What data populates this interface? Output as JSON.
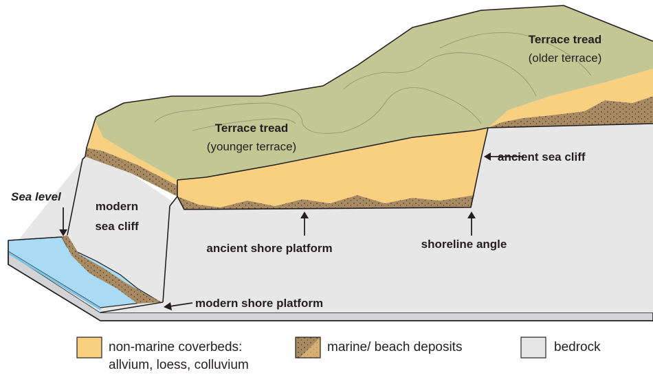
{
  "labels": {
    "terrace_tread_older_title": "Terrace tread",
    "terrace_tread_older_sub": "(older terrace)",
    "terrace_tread_younger_title": "Terrace tread",
    "terrace_tread_younger_sub": "(younger terrace)",
    "ancient_sea_cliff": "ancient sea cliff",
    "sea_level": "Sea level",
    "modern_sea_cliff_line1": "modern",
    "modern_sea_cliff_line2": "sea cliff",
    "ancient_shore_platform": "ancient shore platform",
    "shoreline_angle": "shoreline angle",
    "modern_shore_platform": "modern shore platform"
  },
  "legend": {
    "coverbeds_line1": "non-marine coverbeds:",
    "coverbeds_line2": "allvium, loess, colluvium",
    "marine": "marine/ beach deposits",
    "bedrock": "bedrock"
  },
  "colors": {
    "terrace_green": "#c2c794",
    "coverbed_yellow": "#f9cf80",
    "marine_brown": "#a88a63",
    "bedrock_gray": "#e7e7e8",
    "sea_blue": "#a9dcf4",
    "outline": "#231f20"
  }
}
